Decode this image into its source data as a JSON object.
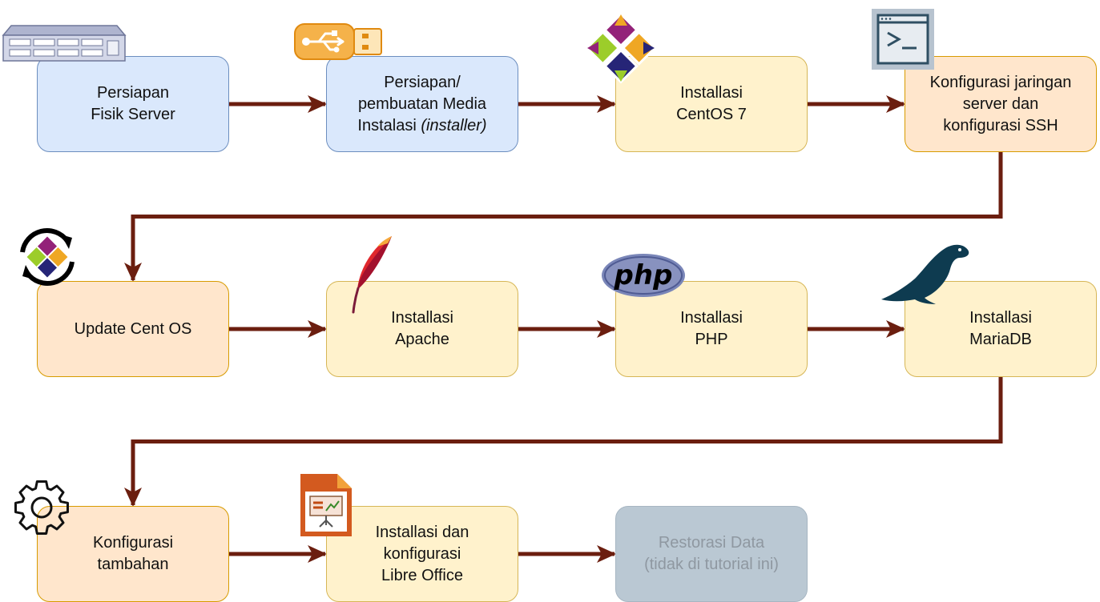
{
  "diagram": {
    "nodes": [
      {
        "id": "persiapan-fisik-server",
        "lines": [
          "Persiapan",
          "Fisik Server"
        ],
        "style": "blue",
        "icon": "server-rack-icon"
      },
      {
        "id": "persiapan-media-instalasi",
        "lines": [
          "Persiapan/",
          "pembuatan Media",
          "Instalasi"
        ],
        "italic": "(installer)",
        "style": "blue",
        "icon": "usb-drive-icon"
      },
      {
        "id": "installasi-centos",
        "lines": [
          "Installasi",
          "CentOS 7"
        ],
        "style": "yellow",
        "icon": "centos-logo-icon"
      },
      {
        "id": "konfigurasi-jaringan-ssh",
        "lines": [
          "Konfigurasi jaringan",
          "server dan",
          "konfigurasi SSH"
        ],
        "style": "orange",
        "icon": "terminal-window-icon"
      },
      {
        "id": "update-centos",
        "lines": [
          "Update Cent OS"
        ],
        "style": "orange",
        "icon": "update-sync-icon"
      },
      {
        "id": "installasi-apache",
        "lines": [
          "Installasi",
          "Apache"
        ],
        "style": "yellow",
        "icon": "apache-feather-icon"
      },
      {
        "id": "installasi-php",
        "lines": [
          "Installasi",
          "PHP"
        ],
        "style": "yellow",
        "icon": "php-logo-icon"
      },
      {
        "id": "installasi-mariadb",
        "lines": [
          "Installasi",
          "MariaDB"
        ],
        "style": "yellow",
        "icon": "mariadb-seal-icon"
      },
      {
        "id": "konfigurasi-tambahan",
        "lines": [
          "Konfigurasi",
          "tambahan"
        ],
        "style": "orange",
        "icon": "gear-icon"
      },
      {
        "id": "installasi-libreoffice",
        "lines": [
          "Installasi dan",
          "konfigurasi",
          "Libre Office"
        ],
        "style": "yellow",
        "icon": "libreoffice-impress-icon"
      },
      {
        "id": "restorasi-data",
        "lines": [
          "Restorasi Data",
          "(tidak di tutorial ini)"
        ],
        "style": "grey"
      }
    ],
    "edges": [
      {
        "from": "persiapan-fisik-server",
        "to": "persiapan-media-instalasi"
      },
      {
        "from": "persiapan-media-instalasi",
        "to": "installasi-centos"
      },
      {
        "from": "installasi-centos",
        "to": "konfigurasi-jaringan-ssh"
      },
      {
        "from": "konfigurasi-jaringan-ssh",
        "to": "update-centos"
      },
      {
        "from": "update-centos",
        "to": "installasi-apache"
      },
      {
        "from": "installasi-apache",
        "to": "installasi-php"
      },
      {
        "from": "installasi-php",
        "to": "installasi-mariadb"
      },
      {
        "from": "installasi-mariadb",
        "to": "konfigurasi-tambahan"
      },
      {
        "from": "konfigurasi-tambahan",
        "to": "installasi-libreoffice"
      },
      {
        "from": "installasi-libreoffice",
        "to": "restorasi-data"
      }
    ],
    "icon_text": {
      "php": "php"
    },
    "colors": {
      "arrow": "#6b1e0f",
      "blue_fill": "#dae8fc",
      "yellow_fill": "#fff2cc",
      "orange_fill": "#ffe6cc",
      "grey_fill": "#bac8d3"
    }
  }
}
